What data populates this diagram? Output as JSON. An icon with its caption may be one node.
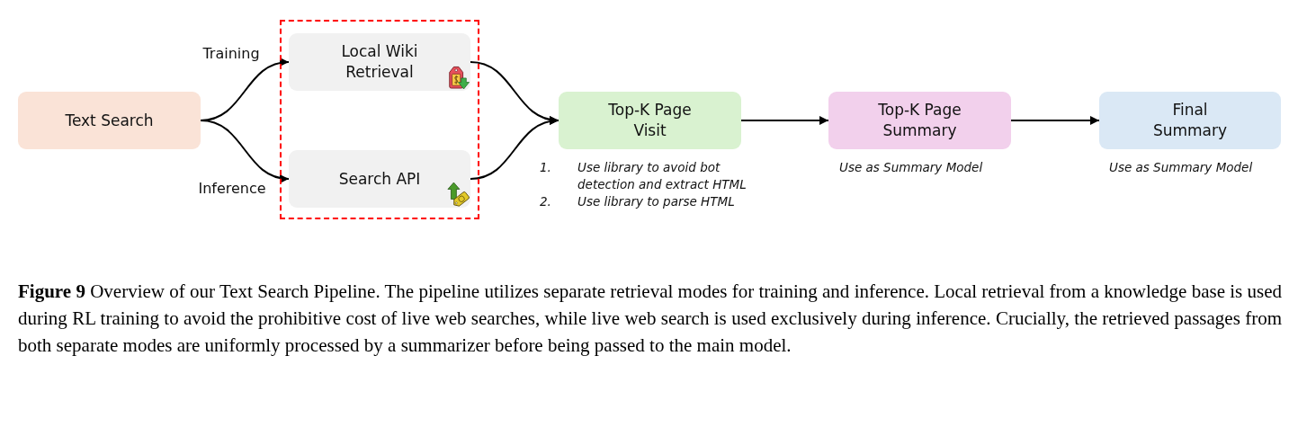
{
  "diagram": {
    "caption": "**Figure 9** Overview of our Text Search Pipeline. The pipeline utilizes separate retrieval modes for training and inference. Local retrieval from a knowledge base is used during RL training to avoid the prohibitive cost of live web searches, while live web search is used exclusively during inference. Crucially, the retrieved passages from both separate modes are uniformly processed by a summarizer before being passed to the main model.",
    "nodes": [
      {
        "text": [
          "Text Search"
        ]
      },
      {
        "text": [],
        "shape": "box"
      },
      {
        "text": [
          "Local Wiki Retrieval"
        ],
        "in": 1
      },
      {
        "text": [
          "Search API"
        ],
        "in": 1
      },
      {
        "text": [
          "Top-K Page Visit"
        ],
        "beside": [
          "1.",
          "Use library to avoid bot detection and extract HTML",
          "2.",
          "Use library to parse HTML"
        ]
      },
      {
        "text": [
          "Top-K Page Summary"
        ],
        "beside": [
          "Use as Summary Model"
        ]
      },
      {
        "text": [
          "Final Summary"
        ],
        "beside": [
          "Use as Summary Model"
        ]
      }
    ],
    "edges": [
      {
        "from": 0,
        "to": 2,
        "arrow": "to",
        "label": "Training"
      },
      {
        "from": 0,
        "to": 3,
        "arrow": "to",
        "label": "Inference"
      },
      {
        "from": 2,
        "to": 4,
        "arrow": "to"
      },
      {
        "from": 3,
        "to": 4,
        "arrow": "to"
      },
      {
        "from": 4,
        "to": 5,
        "arrow": "to"
      },
      {
        "from": 5,
        "to": 6,
        "arrow": "to"
      }
    ]
  }
}
